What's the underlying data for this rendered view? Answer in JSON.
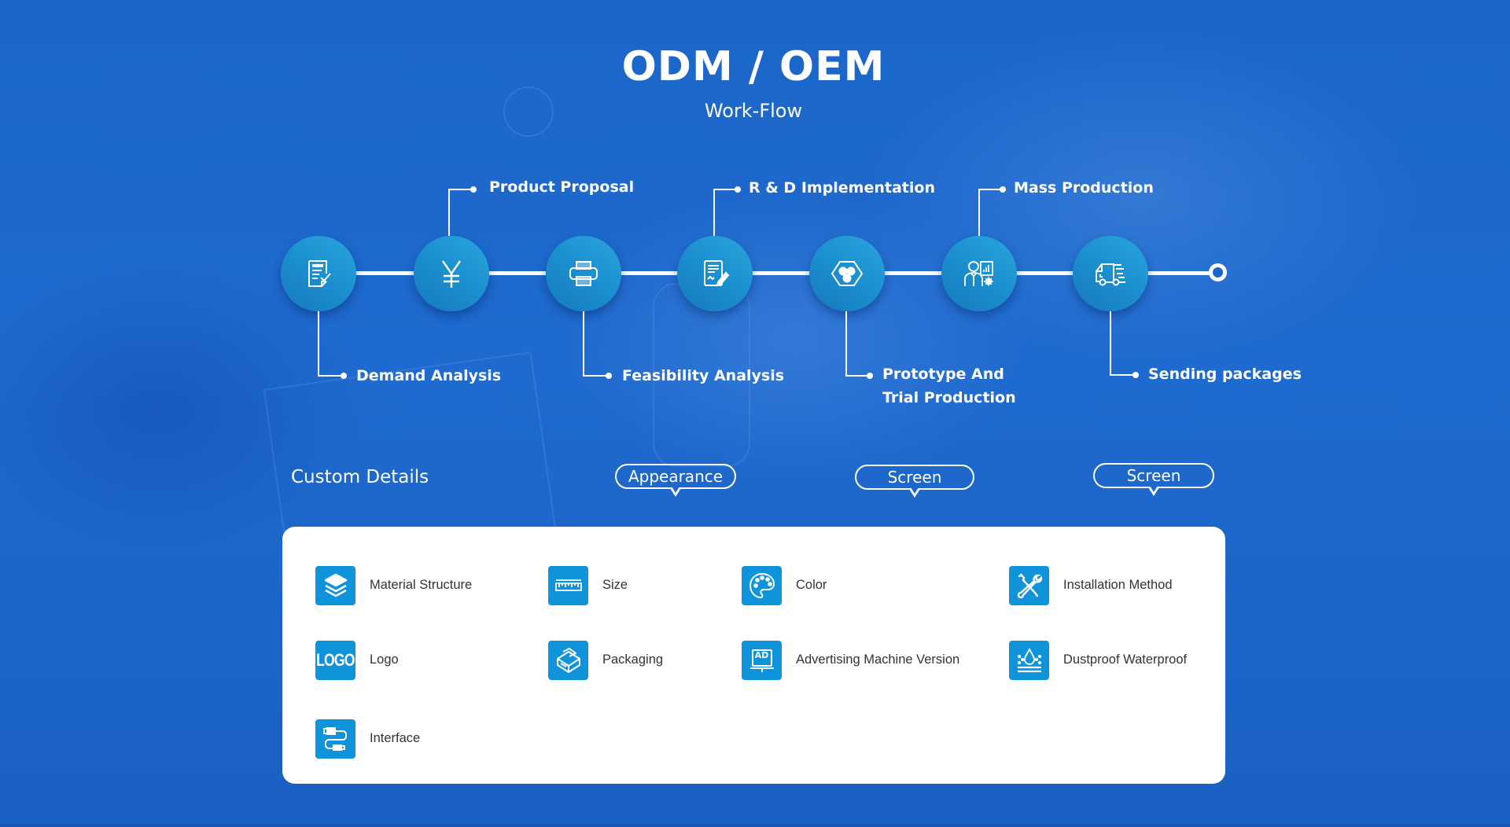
{
  "header": {
    "title": "ODM / OEM",
    "subtitle": "Work-Flow"
  },
  "workflow": {
    "steps": [
      {
        "label": "Demand Analysis",
        "label_line2": "",
        "position": "below",
        "icon": "document-check-icon"
      },
      {
        "label": "Product Proposal",
        "label_line2": "",
        "position": "above",
        "icon": "yen-icon"
      },
      {
        "label": "Feasibility Analysis",
        "label_line2": "",
        "position": "below",
        "icon": "printer-icon"
      },
      {
        "label": "R & D Implementation",
        "label_line2": "",
        "position": "above",
        "icon": "contract-sign-icon"
      },
      {
        "label": "Prototype And",
        "label_line2": "Trial Production",
        "position": "below",
        "icon": "hexagon-dots-icon"
      },
      {
        "label": "Mass Production",
        "label_line2": "",
        "position": "above",
        "icon": "engineer-chart-icon"
      },
      {
        "label": "Sending packages",
        "label_line2": "",
        "position": "below",
        "icon": "delivery-truck-icon"
      }
    ]
  },
  "custom_details": {
    "title": "Custom Details",
    "tags": [
      {
        "label": "Appearance"
      },
      {
        "label": "Screen"
      },
      {
        "label": "Screen"
      }
    ],
    "items": [
      {
        "label": "Material Structure",
        "icon": "layers-icon"
      },
      {
        "label": "Size",
        "icon": "ruler-icon"
      },
      {
        "label": "Color",
        "icon": "palette-icon"
      },
      {
        "label": "Installation Method",
        "icon": "tools-icon"
      },
      {
        "label": "Logo",
        "icon": "logo-text-icon",
        "icon_text": "LOGO"
      },
      {
        "label": "Packaging",
        "icon": "box-icon"
      },
      {
        "label": "Advertising Machine Version",
        "icon": "ad-screen-icon",
        "icon_text": "AD"
      },
      {
        "label": "Dustproof Waterproof",
        "icon": "water-drop-icon"
      },
      {
        "label": "Interface",
        "icon": "usb-cable-icon"
      }
    ]
  },
  "colors": {
    "background": "#1b63c6",
    "circle_light": "#2aa6dc",
    "circle_dark": "#1679bd",
    "icon_tile": "#0f93da",
    "panel_text": "#333333"
  }
}
